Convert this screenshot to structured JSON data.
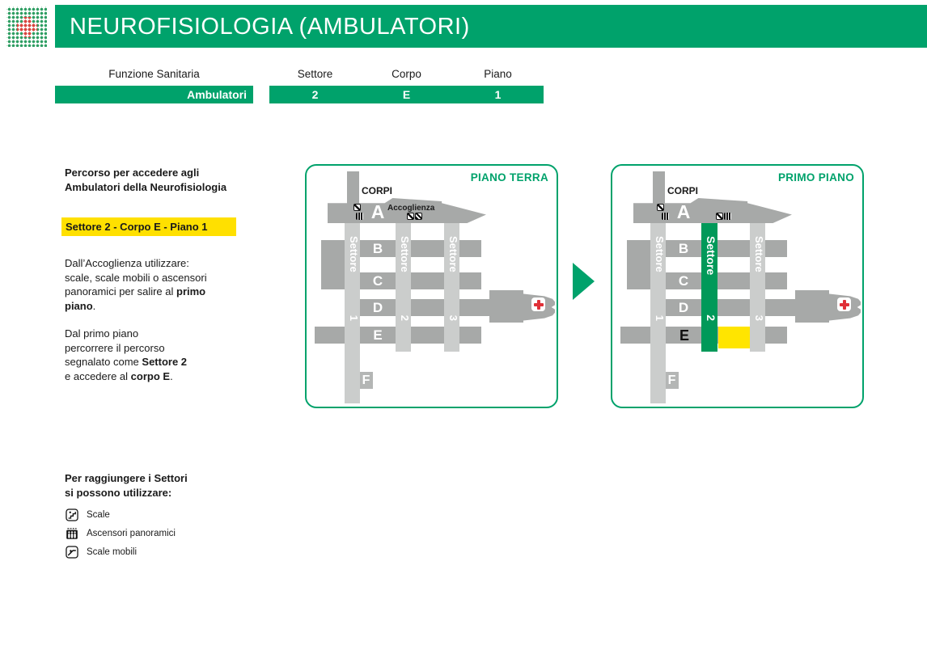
{
  "colors": {
    "brand_green": "#00a26b",
    "map_route_green": "#009959",
    "highlight_yellow": "#ffe000",
    "map_destination_yellow": "#ffe500",
    "building_gray": "#a7a9a8",
    "corridor_gray": "#cbcdcc",
    "emergency_red": "#e03038",
    "logo_green": "#2f9e63",
    "logo_red": "#d9453f"
  },
  "header": {
    "title": "NEUROFISIOLOGIA (AMBULATORI)"
  },
  "info_table": {
    "headers": [
      "Funzione Sanitaria",
      "Settore",
      "Corpo",
      "Piano"
    ],
    "values": [
      "Ambulatori",
      "2",
      "E",
      "1"
    ]
  },
  "sidebar": {
    "intro": [
      "Percorso per accedere agli",
      "Ambulatori della Neurofisiologia"
    ],
    "highlight": "Settore 2 - Corpo E - Piano 1",
    "para1": {
      "line1": "Dall’Accoglienza utilizzare:",
      "line2": "scale, scale mobili o ascensori",
      "line3_normal": "panoramici per salire al ",
      "line3_bold": "primo",
      "line4_bold": "piano",
      "line4_normal": "."
    },
    "para2": {
      "line1": "Dal primo piano",
      "line2": "percorrere il percorso",
      "line3_normal": "segnalato come ",
      "line3_bold": "Settore 2",
      "line4_normal": "e accedere al ",
      "line4_bold": "corpo E",
      "line4_end": "."
    },
    "legend": {
      "heading": [
        "Per raggiungere i Settori",
        "si possono utilizzare:"
      ],
      "items": [
        {
          "icon": "stairs-icon",
          "label": "Scale"
        },
        {
          "icon": "elevator-icon",
          "label": "Ascensori panoramici"
        },
        {
          "icon": "escalator-icon",
          "label": "Scale mobili"
        }
      ]
    }
  },
  "maps": {
    "floor0": {
      "title": "PIANO TERRA",
      "corpi_label": "CORPI",
      "accoglienza_label": "Accoglienza",
      "bodies": [
        "A",
        "B",
        "C",
        "D",
        "E",
        "F"
      ],
      "sectors": [
        {
          "name": "Settore",
          "number": "1"
        },
        {
          "name": "Settore",
          "number": "2"
        },
        {
          "name": "Settore",
          "number": "3"
        }
      ],
      "icons": [
        "escalator-icon",
        "elevator-icon",
        "escalator-icon",
        "stairs-icon"
      ]
    },
    "floor1": {
      "title": "PRIMO PIANO",
      "corpi_label": "CORPI",
      "bodies": [
        "A",
        "B",
        "C",
        "D",
        "E",
        "F"
      ],
      "sectors": [
        {
          "name": "Settore",
          "number": "1"
        },
        {
          "name": "Settore",
          "number": "2"
        },
        {
          "name": "Settore",
          "number": "3"
        }
      ],
      "highlighted_sector": "Settore 2",
      "highlighted_body": "E",
      "icons": [
        "escalator-icon",
        "elevator-icon",
        "escalator-icon",
        "elevator-icon"
      ]
    }
  }
}
